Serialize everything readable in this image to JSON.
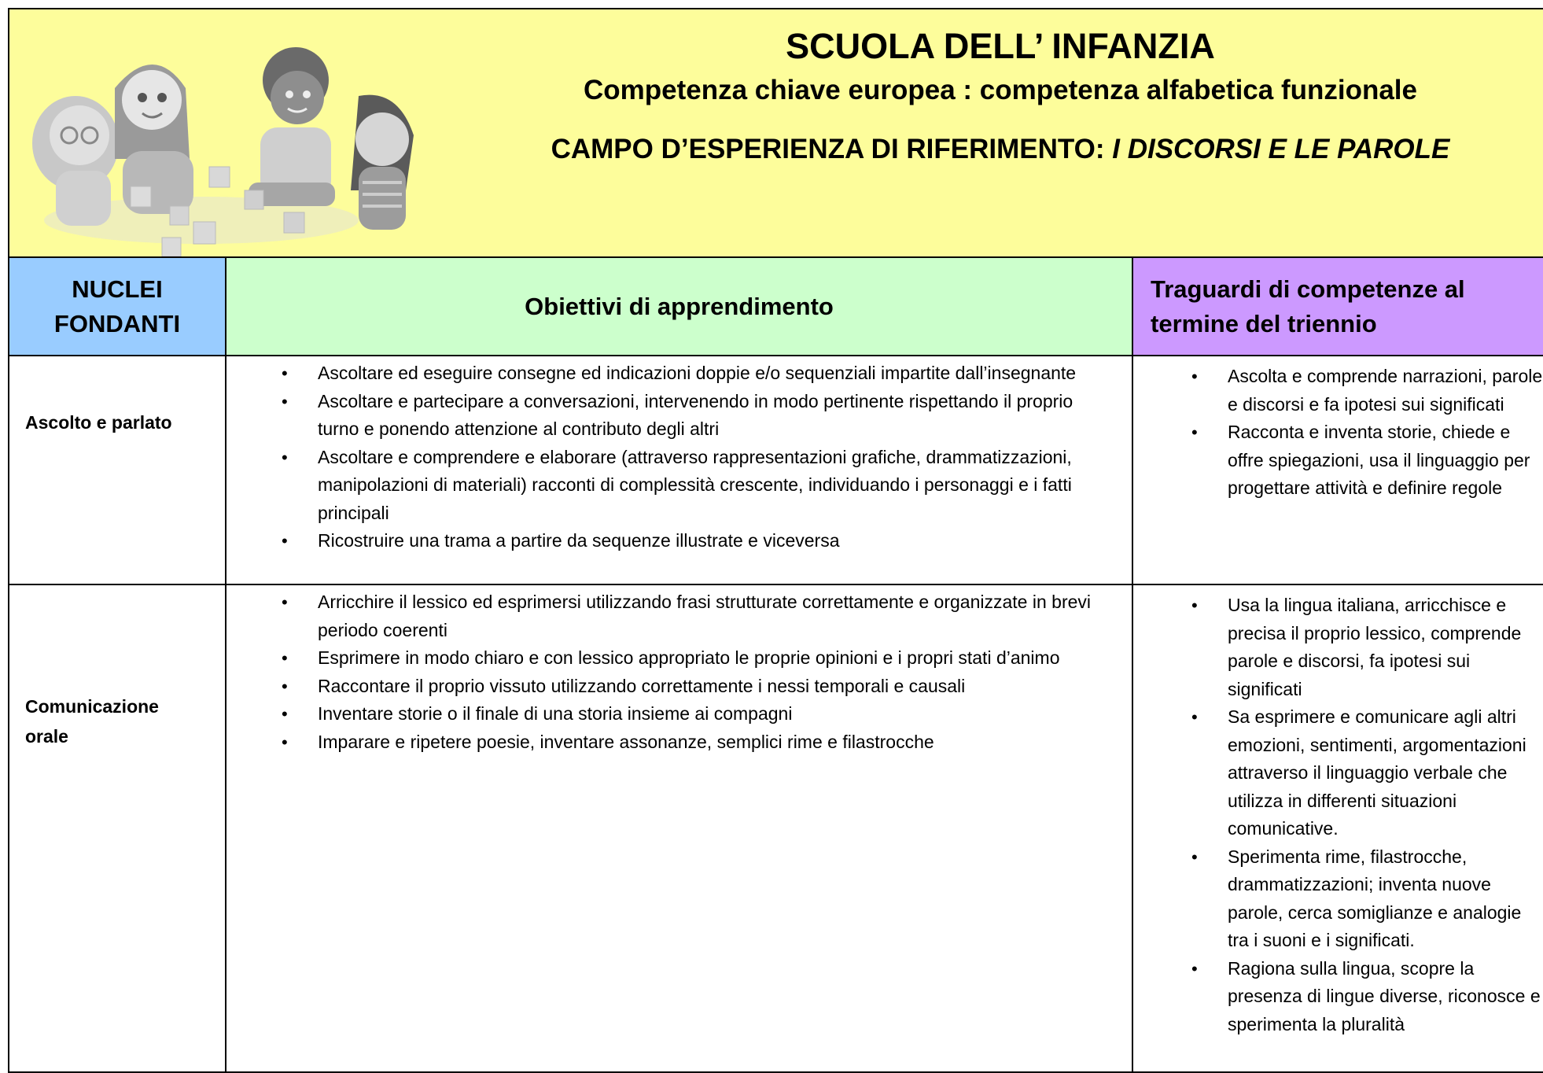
{
  "header": {
    "title": "SCUOLA DELL’ INFANZIA",
    "subtitle": "Competenza chiave europea : competenza alfabetica funzionale",
    "campo_prefix": "CAMPO D’ESPERIENZA DI RIFERIMENTO: ",
    "campo_value": "I DISCORSI E LE PAROLE",
    "image": "children-playing-with-blocks-illustration",
    "background": "#fdfd9b"
  },
  "columns": {
    "nuclei": "NUCLEI FONDANTI",
    "obiettivi": "Obiettivi di apprendimento",
    "traguardi": "Traguardi di competenze al termine del triennio"
  },
  "colors": {
    "nuclei": "#99ccff",
    "obiettivi": "#ccffcc",
    "traguardi": "#cc99ff"
  },
  "rows": [
    {
      "nucleo": "Ascolto e parlato",
      "obiettivi": [
        "Ascoltare ed eseguire consegne ed indicazioni doppie e/o sequenziali impartite dall’insegnante",
        "Ascoltare e partecipare a conversazioni, intervenendo in modo pertinente rispettando il proprio turno e ponendo attenzione al contributo degli altri",
        "Ascoltare e comprendere e elaborare (attraverso rappresentazioni grafiche, drammatizzazioni, manipolazioni di materiali) racconti di complessità crescente, individuando i personaggi e i fatti principali",
        "Ricostruire una trama a partire da sequenze illustrate e viceversa"
      ],
      "traguardi": [
        "Ascolta e comprende narrazioni, parole e discorsi e fa ipotesi sui significati",
        "Racconta e inventa storie, chiede e offre spiegazioni, usa il linguaggio per progettare attività e definire regole"
      ]
    },
    {
      "nucleo_line1": "Comunicazione",
      "nucleo_line2": "orale",
      "obiettivi": [
        "Arricchire il lessico ed esprimersi utilizzando frasi strutturate correttamente e organizzate in brevi periodo coerenti",
        "Esprimere in modo chiaro e con lessico appropriato le proprie opinioni e i propri stati d’animo",
        "Raccontare il proprio vissuto utilizzando correttamente i nessi temporali e causali",
        " Inventare storie o il finale di una storia insieme ai compagni",
        "Imparare e ripetere poesie, inventare assonanze, semplici rime e filastrocche"
      ],
      "traguardi": [
        "Usa la lingua italiana, arricchisce e precisa il proprio lessico, comprende parole e discorsi, fa ipotesi sui significati",
        "Sa esprimere e comunicare agli altri emozioni, sentimenti, argomentazioni attraverso il linguaggio verbale che utilizza in differenti situazioni comunicative.",
        "Sperimenta rime, filastrocche, drammatizzazioni; inventa nuove parole, cerca somiglianze e analogie tra i suoni e i significati.",
        "Ragiona sulla lingua, scopre la presenza di lingue diverse, riconosce e sperimenta la pluralità"
      ]
    }
  ]
}
